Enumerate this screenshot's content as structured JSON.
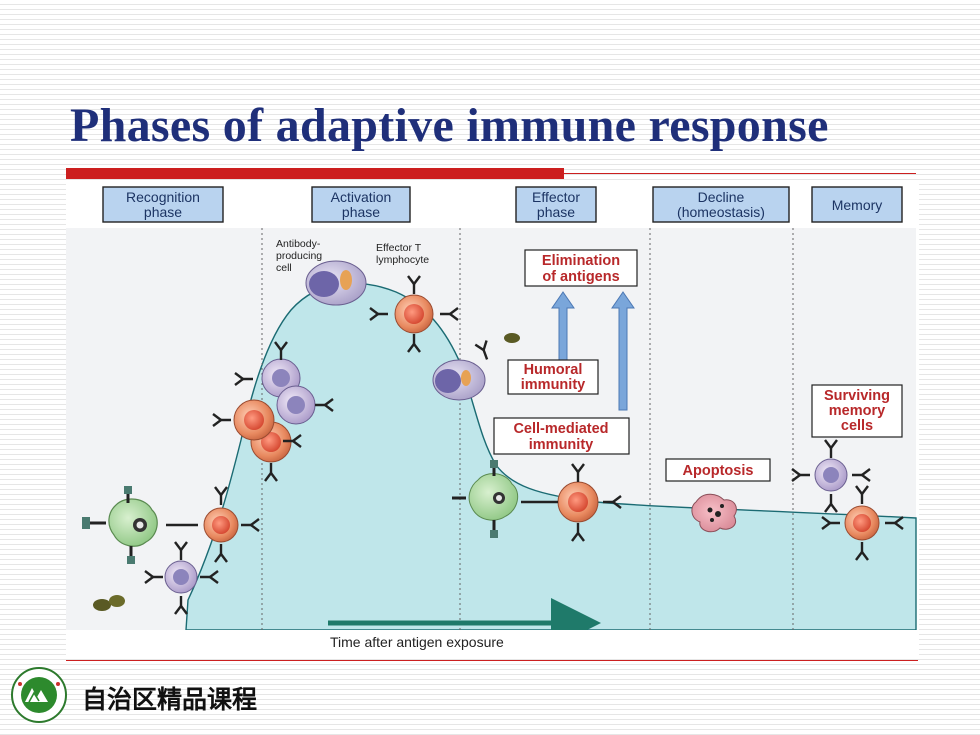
{
  "slide": {
    "title": "Phases of adaptive immune response",
    "footer_course": "自治区精品课程"
  },
  "diagram": {
    "phases": [
      {
        "line1": "Recognition",
        "line2": "phase"
      },
      {
        "line1": "Activation",
        "line2": "phase"
      },
      {
        "line1": "Effector",
        "line2": "phase"
      },
      {
        "line1": "Decline",
        "line2": "(homeostasis)"
      },
      {
        "line1": "Memory",
        "line2": ""
      }
    ],
    "cell_labels": {
      "antibody_producing": [
        "Antibody-",
        "producing",
        "cell"
      ],
      "effector_t": [
        "Effector T",
        "lymphocyte"
      ]
    },
    "boxes": {
      "elimination": [
        "Elimination",
        "of antigens"
      ],
      "humoral": [
        "Humoral",
        "immunity"
      ],
      "cell_mediated": [
        "Cell-mediated",
        "immunity"
      ],
      "apoptosis": "Apoptosis",
      "surviving": [
        "Surviving",
        "memory",
        "cells"
      ]
    },
    "x_axis_label": "Time after antigen exposure"
  },
  "colors": {
    "title": "#1f2f7a",
    "accent_red": "#cc1f1f",
    "phase_box": "#b9d3ef",
    "curve_fill": "#bfe6ea",
    "label_red": "#b8282a",
    "arrow_blue": "#7aa6da",
    "time_arrow": "#1f7a6a"
  }
}
